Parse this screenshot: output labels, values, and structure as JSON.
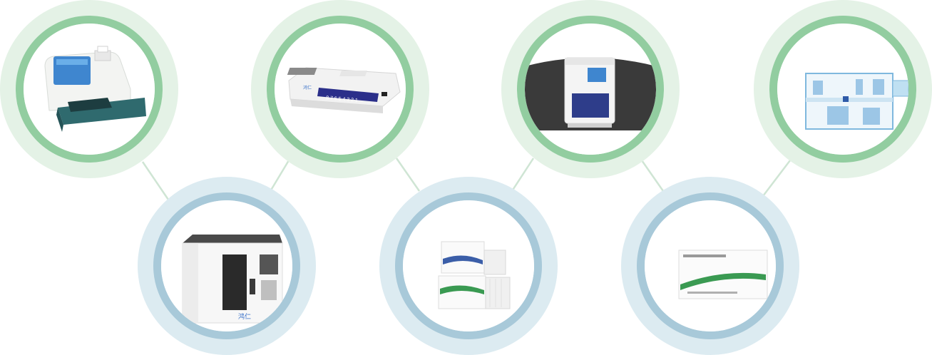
{
  "products": [
    {
      "kind": "urine-analyzer",
      "ring": "green",
      "screen_text": ""
    },
    {
      "kind": "automatic-analyzer",
      "ring": "blue",
      "brand": "鸿仁"
    },
    {
      "kind": "strip-reader",
      "ring": "green",
      "brand": "鸿仁",
      "channels": "8 7 6 5 4 3 2 1"
    },
    {
      "kind": "reagent-kit-stack",
      "ring": "blue"
    },
    {
      "kind": "pcr-instrument",
      "ring": "green"
    },
    {
      "kind": "reagent-kit-box",
      "ring": "blue"
    },
    {
      "kind": "lab-workstation",
      "ring": "green"
    }
  ],
  "colors": {
    "green_halo": "#e4f2e6",
    "green_ring": "#92cda0",
    "blue_halo": "#dcebf1",
    "blue_ring": "#a8c9d9",
    "connector": "#cfe5d4"
  }
}
